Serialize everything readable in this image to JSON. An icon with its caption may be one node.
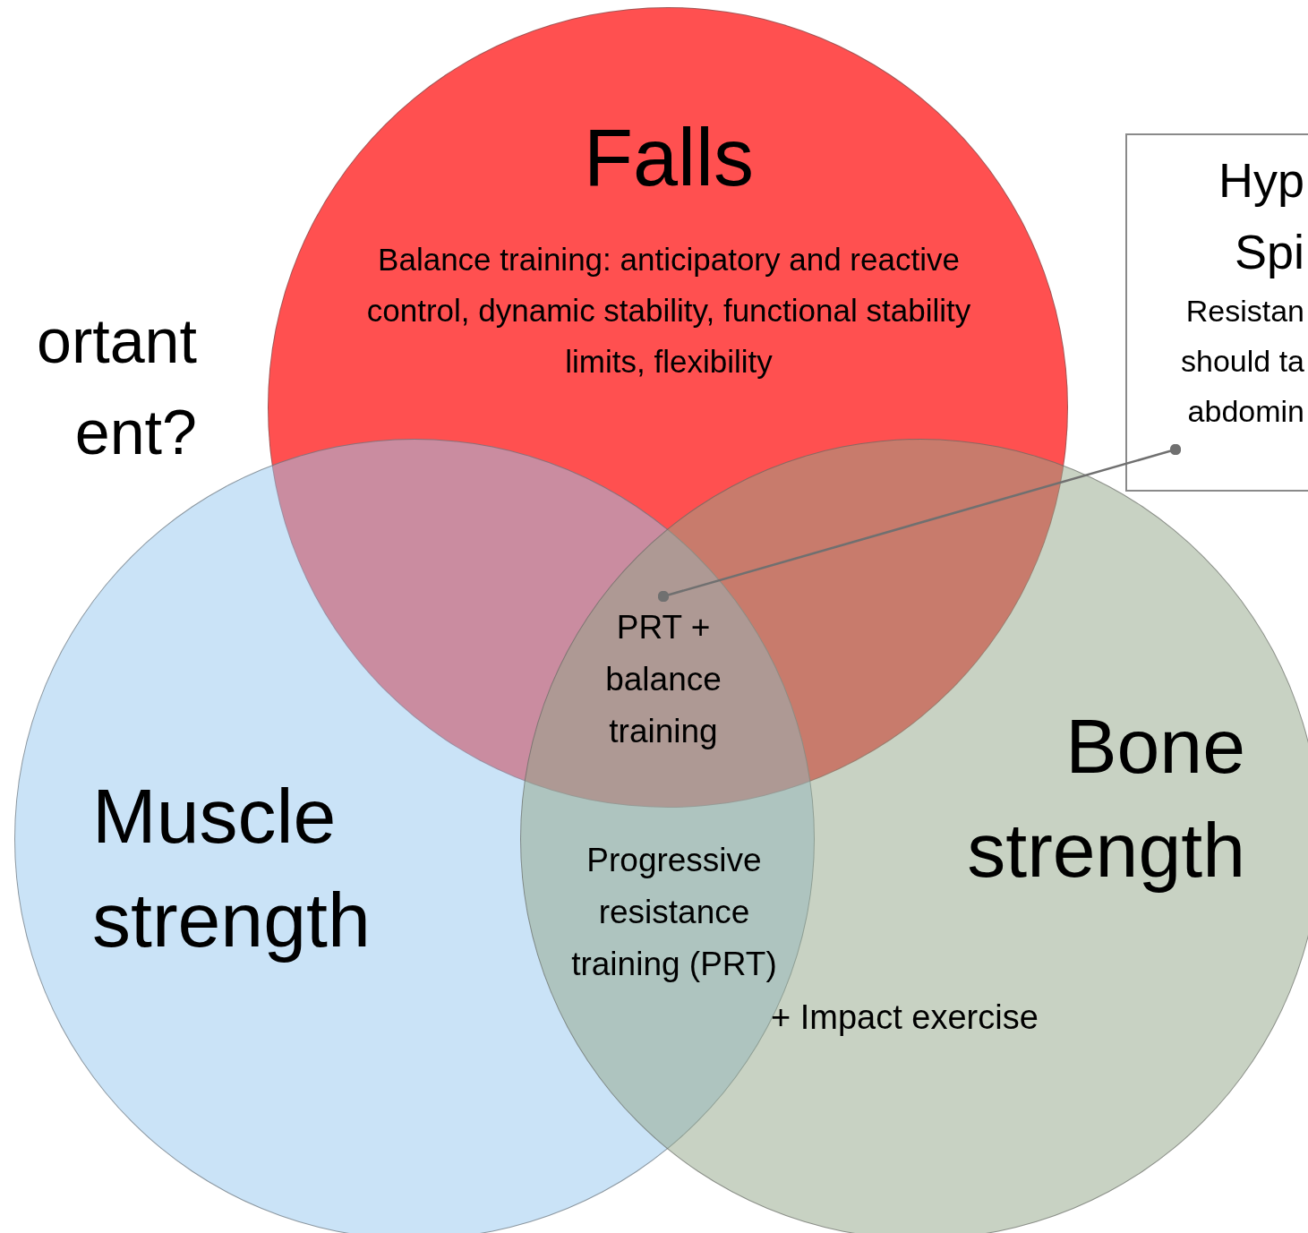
{
  "diagram": {
    "nodes": [
      {
        "text": [
          "Falls",
          "Balance training: anticipatory and reactive control, dynamic stability, functional stability limits, flexibility"
        ]
      },
      {
        "text": [
          "Hyp Spi",
          "Resistan should ta abdomin"
        ]
      },
      {
        "text": [
          "PRT + balance training"
        ]
      },
      {
        "text": [
          "Muscle strength"
        ]
      },
      {
        "text": [
          "Bone strength",
          "+ Impact exercise"
        ]
      }
    ],
    "edges": [
      {
        "from": 1,
        "to": 2,
        "arrow": "other"
      }
    ],
    "labels": [
      "ortant ent?",
      "Progressive resistance training (PRT)"
    ]
  }
}
